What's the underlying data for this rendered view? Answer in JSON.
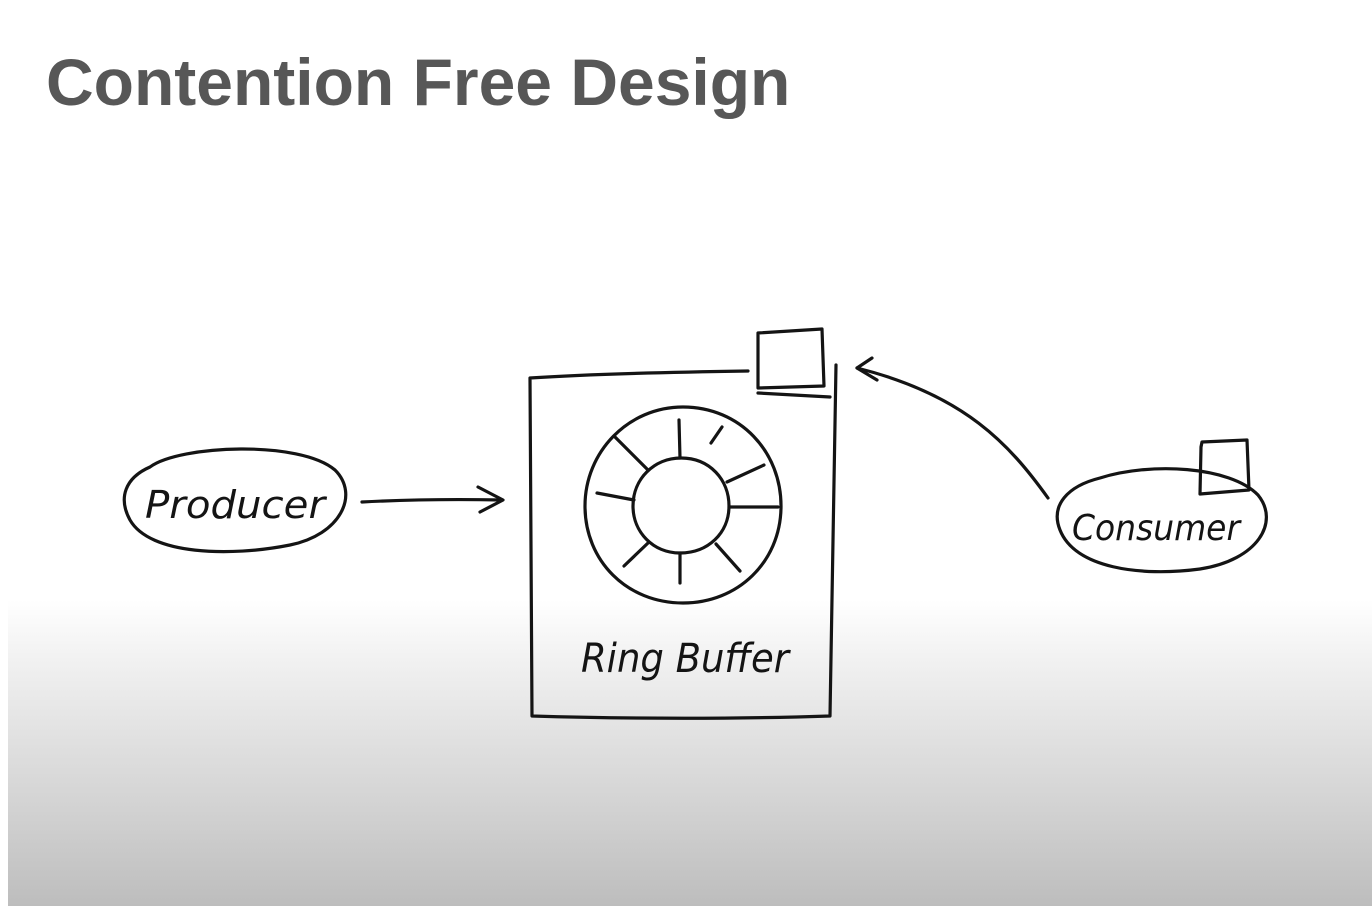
{
  "slide": {
    "title": "Contention Free Design"
  },
  "diagram": {
    "producer_label": "Producer",
    "ring_buffer_label": "Ring Buffer",
    "consumer_label": "Consumer"
  },
  "colors": {
    "title": "#575757",
    "ink": "#141414",
    "background_top": "#ffffff",
    "background_bottom": "#bdbdbd"
  }
}
